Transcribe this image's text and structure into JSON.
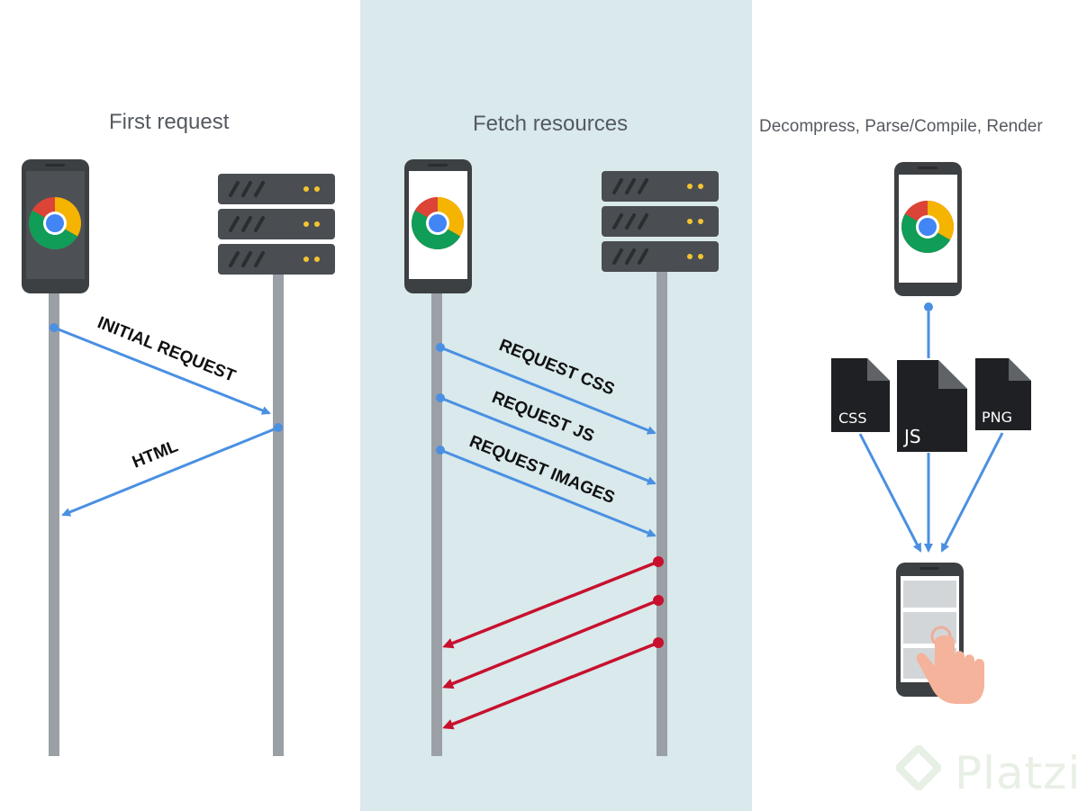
{
  "panels": [
    {
      "title": "First request"
    },
    {
      "title": "Fetch resources"
    },
    {
      "title": "Decompress, Parse/Compile, Render"
    }
  ],
  "first_request": {
    "arrows": [
      {
        "label": "INITIAL REQUEST",
        "direction": "client-to-server"
      },
      {
        "label": "HTML",
        "direction": "server-to-client"
      }
    ]
  },
  "fetch_resources": {
    "requests": [
      {
        "label": "REQUEST CSS"
      },
      {
        "label": "REQUEST JS"
      },
      {
        "label": "REQUEST IMAGES"
      }
    ],
    "responses_count": 3
  },
  "render": {
    "files": [
      {
        "label": "CSS"
      },
      {
        "label": "JS"
      },
      {
        "label": "PNG"
      }
    ]
  },
  "watermark": {
    "text": "Platzi"
  },
  "colors": {
    "panel_bg": "#d9e9ec",
    "request_arrow": "#4a90e2",
    "response_arrow": "#c8102e",
    "lifeline": "#9aa0a6",
    "device": "#3c4043",
    "server": "#4a4d52"
  },
  "icons": [
    "chrome-icon",
    "server-icon",
    "phone-icon",
    "file-icon",
    "hand-tap-icon"
  ]
}
